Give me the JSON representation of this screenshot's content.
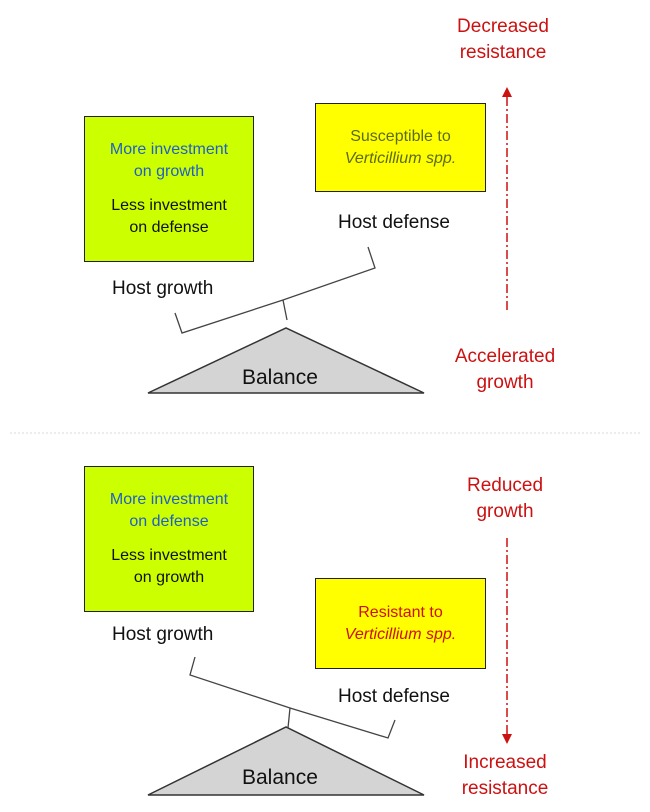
{
  "top": {
    "side_top": [
      "Decreased",
      "resistance"
    ],
    "side_bottom": [
      "Accelerated",
      "growth"
    ],
    "growth_box": {
      "line1": [
        "More investment",
        "on growth"
      ],
      "line2": [
        "Less investment",
        "on defense"
      ]
    },
    "defense_box": {
      "line1": "Susceptible to",
      "line2": "Verticillium spp."
    },
    "host_growth": "Host growth",
    "host_defense": "Host defense",
    "balance": "Balance"
  },
  "bottom": {
    "side_top": [
      "Reduced",
      "growth"
    ],
    "side_bottom": [
      "Increased",
      "resistance"
    ],
    "growth_box": {
      "line1": [
        "More investment",
        "on defense"
      ],
      "line2": [
        "Less investment",
        "on growth"
      ]
    },
    "defense_box": {
      "line1": "Resistant to",
      "line2": "Verticillium spp."
    },
    "host_growth": "Host growth",
    "host_defense": "Host defense",
    "balance": "Balance"
  },
  "colors": {
    "green_box": "#ccff00",
    "yellow_box": "#ffff00",
    "red_text": "#cc1111",
    "blue_text": "#1f5fc8",
    "triangle_fill": "#d4d4d4"
  }
}
